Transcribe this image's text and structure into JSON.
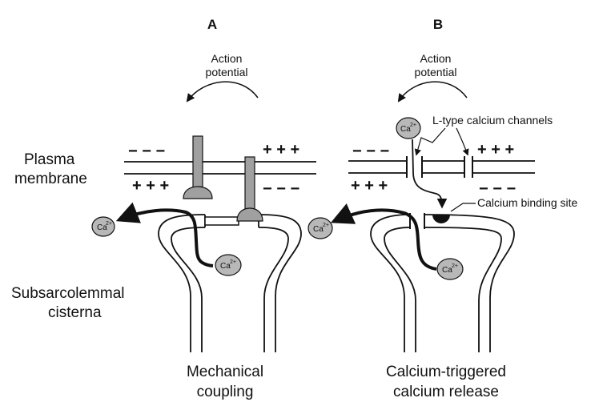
{
  "panels": {
    "a_label": "A",
    "b_label": "B"
  },
  "action_potential": {
    "line1": "Action",
    "line2": "potential"
  },
  "membrane_label": {
    "line1": "Plasma",
    "line2": "membrane"
  },
  "cisterna_label": {
    "line1": "Subsarcolemmal",
    "line2": "cisterna"
  },
  "caption_a": {
    "line1": "Mechanical",
    "line2": "coupling"
  },
  "caption_b": {
    "line1": "Calcium-triggered",
    "line2": "calcium release"
  },
  "annotations": {
    "channels": "L-type calcium channels",
    "binding_site": "Calcium binding site"
  },
  "charges": {
    "minus": "− − −",
    "plus": "+ + +"
  },
  "ion": {
    "symbol": "Ca",
    "charge": "2+"
  },
  "colors": {
    "ion_fill": "#b8b8b8",
    "protein_fill": "#a0a0a0",
    "stroke": "#111111"
  }
}
